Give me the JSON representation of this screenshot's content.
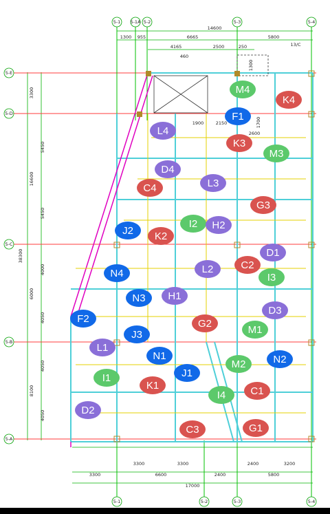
{
  "colors": {
    "red": "#d9534f",
    "purple": "#8a6fd8",
    "blue": "#1169e8",
    "green": "#5cc96b",
    "grid_red": "#ff3b3b",
    "grid_green": "#00c000",
    "cyan": "#4ecfd8",
    "yellow": "#e6d100",
    "magenta": "#e000c0"
  },
  "axes": {
    "top": [
      "5-1",
      "5-1A",
      "5-2",
      "5-3",
      "5-4"
    ],
    "bottom": [
      "5-1",
      "5-2",
      "5-3",
      "5-4"
    ],
    "left": [
      "5-E",
      "5-D",
      "5-C",
      "5-B",
      "5-A"
    ]
  },
  "dimensions": {
    "top_total": "14600",
    "top_row2": [
      "1300",
      "955",
      "6665",
      "5800"
    ],
    "top_row3": [
      "4165",
      "2500",
      "250"
    ],
    "top_misc": [
      "460",
      "1300",
      "13/C"
    ],
    "mid_misc": [
      "1900",
      "2150",
      "2600",
      "1700"
    ],
    "left": [
      "3300",
      "5450",
      "16600",
      "5450",
      "4000",
      "38300",
      "6000",
      "4050",
      "4050",
      "8100",
      "4050"
    ],
    "bottom_row1": [
      "3300",
      "3300",
      "2400",
      "3200"
    ],
    "bottom_row2": [
      "3300",
      "6600",
      "2400",
      "5800"
    ],
    "bottom_total": "17000"
  },
  "badges": [
    {
      "label": "M4",
      "color": "green"
    },
    {
      "label": "K4",
      "color": "red"
    },
    {
      "label": "F1",
      "color": "blue"
    },
    {
      "label": "L4",
      "color": "purple"
    },
    {
      "label": "K3",
      "color": "red"
    },
    {
      "label": "M3",
      "color": "green"
    },
    {
      "label": "D4",
      "color": "purple"
    },
    {
      "label": "C4",
      "color": "red"
    },
    {
      "label": "L3",
      "color": "purple"
    },
    {
      "label": "G3",
      "color": "red"
    },
    {
      "label": "J2",
      "color": "blue"
    },
    {
      "label": "I2",
      "color": "green"
    },
    {
      "label": "H2",
      "color": "purple"
    },
    {
      "label": "K2",
      "color": "red"
    },
    {
      "label": "D1",
      "color": "purple"
    },
    {
      "label": "C2",
      "color": "red"
    },
    {
      "label": "L2",
      "color": "purple"
    },
    {
      "label": "N4",
      "color": "blue"
    },
    {
      "label": "I3",
      "color": "green"
    },
    {
      "label": "H1",
      "color": "purple"
    },
    {
      "label": "N3",
      "color": "blue"
    },
    {
      "label": "D3",
      "color": "purple"
    },
    {
      "label": "F2",
      "color": "blue"
    },
    {
      "label": "G2",
      "color": "red"
    },
    {
      "label": "M1",
      "color": "green"
    },
    {
      "label": "J3",
      "color": "blue"
    },
    {
      "label": "L1",
      "color": "purple"
    },
    {
      "label": "N1",
      "color": "blue"
    },
    {
      "label": "N2",
      "color": "blue"
    },
    {
      "label": "M2",
      "color": "green"
    },
    {
      "label": "J1",
      "color": "blue"
    },
    {
      "label": "I1",
      "color": "green"
    },
    {
      "label": "K1",
      "color": "red"
    },
    {
      "label": "C1",
      "color": "red"
    },
    {
      "label": "I4",
      "color": "green"
    },
    {
      "label": "D2",
      "color": "purple"
    },
    {
      "label": "C3",
      "color": "red"
    },
    {
      "label": "G1",
      "color": "red"
    }
  ]
}
